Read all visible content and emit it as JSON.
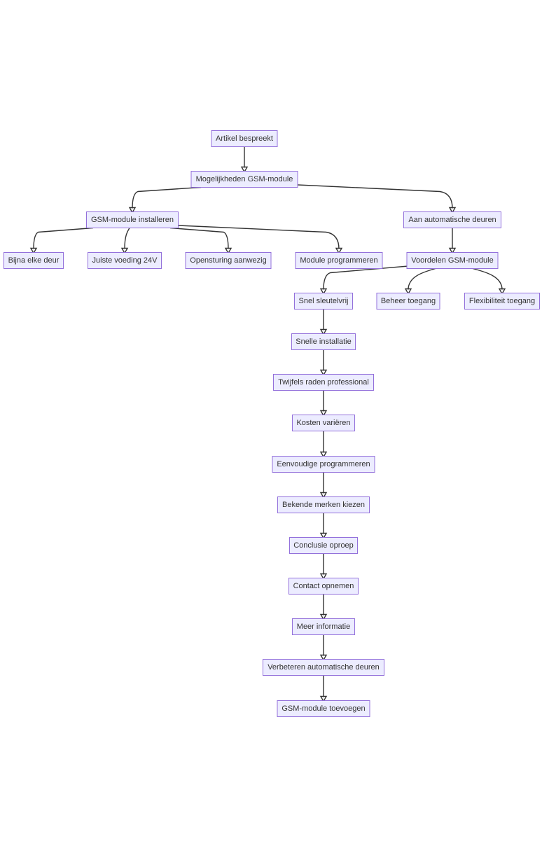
{
  "diagram": {
    "colors": {
      "node_fill": "#ECECFF",
      "node_stroke": "#9370DB",
      "edge": "#333333",
      "text": "#333333",
      "background": "#FFFFFF"
    },
    "nodes": [
      {
        "id": "n1",
        "label": "Artikel bespreekt"
      },
      {
        "id": "n2",
        "label": "Mogelijkheden GSM-module"
      },
      {
        "id": "n3",
        "label": "GSM-module installeren"
      },
      {
        "id": "n4",
        "label": "Aan automatische deuren"
      },
      {
        "id": "n5",
        "label": "Bijna elke deur"
      },
      {
        "id": "n6",
        "label": "Juiste voeding 24V"
      },
      {
        "id": "n7",
        "label": "Opensturing aanwezig"
      },
      {
        "id": "n8",
        "label": "Module programmeren"
      },
      {
        "id": "n9",
        "label": "Voordelen GSM-module"
      },
      {
        "id": "n10",
        "label": "Snel sleutelvrij"
      },
      {
        "id": "n11",
        "label": "Beheer toegang"
      },
      {
        "id": "n12",
        "label": "Flexibiliteit toegang"
      },
      {
        "id": "n13",
        "label": "Snelle installatie"
      },
      {
        "id": "n14",
        "label": "Twijfels raden professional"
      },
      {
        "id": "n15",
        "label": "Kosten variëren"
      },
      {
        "id": "n16",
        "label": "Eenvoudige programmeren"
      },
      {
        "id": "n17",
        "label": "Bekende merken kiezen"
      },
      {
        "id": "n18",
        "label": "Conclusie oproep"
      },
      {
        "id": "n19",
        "label": "Contact opnemen"
      },
      {
        "id": "n20",
        "label": "Meer informatie"
      },
      {
        "id": "n21",
        "label": "Verbeteren automatische deuren"
      },
      {
        "id": "n22",
        "label": "GSM-module toevoegen"
      }
    ],
    "edges": [
      {
        "from": "n1",
        "to": "n2"
      },
      {
        "from": "n2",
        "to": "n3"
      },
      {
        "from": "n2",
        "to": "n4"
      },
      {
        "from": "n3",
        "to": "n5"
      },
      {
        "from": "n3",
        "to": "n6"
      },
      {
        "from": "n3",
        "to": "n7"
      },
      {
        "from": "n3",
        "to": "n8"
      },
      {
        "from": "n4",
        "to": "n9"
      },
      {
        "from": "n9",
        "to": "n10"
      },
      {
        "from": "n9",
        "to": "n11"
      },
      {
        "from": "n9",
        "to": "n12"
      },
      {
        "from": "n10",
        "to": "n13"
      },
      {
        "from": "n13",
        "to": "n14"
      },
      {
        "from": "n14",
        "to": "n15"
      },
      {
        "from": "n15",
        "to": "n16"
      },
      {
        "from": "n16",
        "to": "n17"
      },
      {
        "from": "n17",
        "to": "n18"
      },
      {
        "from": "n18",
        "to": "n19"
      },
      {
        "from": "n19",
        "to": "n20"
      },
      {
        "from": "n20",
        "to": "n21"
      },
      {
        "from": "n21",
        "to": "n22"
      }
    ]
  }
}
